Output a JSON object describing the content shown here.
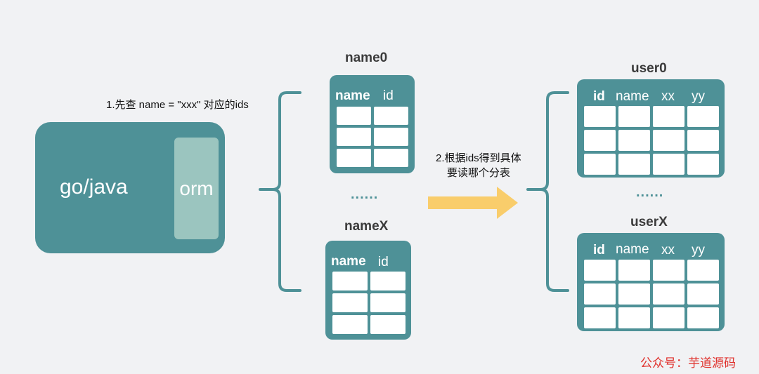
{
  "app": {
    "label": "go/java",
    "orm_label": "orm"
  },
  "step1": {
    "text": "1.先查 name = \"xxx\" 对应的ids"
  },
  "step2": {
    "line1": "2.根据ids得到具体",
    "line2": "要读哪个分表"
  },
  "name_tables": [
    {
      "title": "name0",
      "columns": [
        "name",
        "id"
      ]
    },
    {
      "title": "nameX",
      "columns": [
        "name",
        "id"
      ]
    }
  ],
  "name_ellipsis": "......",
  "user_tables": [
    {
      "title": "user0",
      "columns": [
        "id",
        "name",
        "xx",
        "yy"
      ]
    },
    {
      "title": "userX",
      "columns": [
        "id",
        "name",
        "xx",
        "yy"
      ]
    }
  ],
  "user_ellipsis": "......",
  "watermark": "公众号：芋道源码",
  "colors": {
    "teal": "#4e9197",
    "orm": "#9bc5bf",
    "arrow": "#f9cd6b",
    "watermark": "#e0302b"
  }
}
